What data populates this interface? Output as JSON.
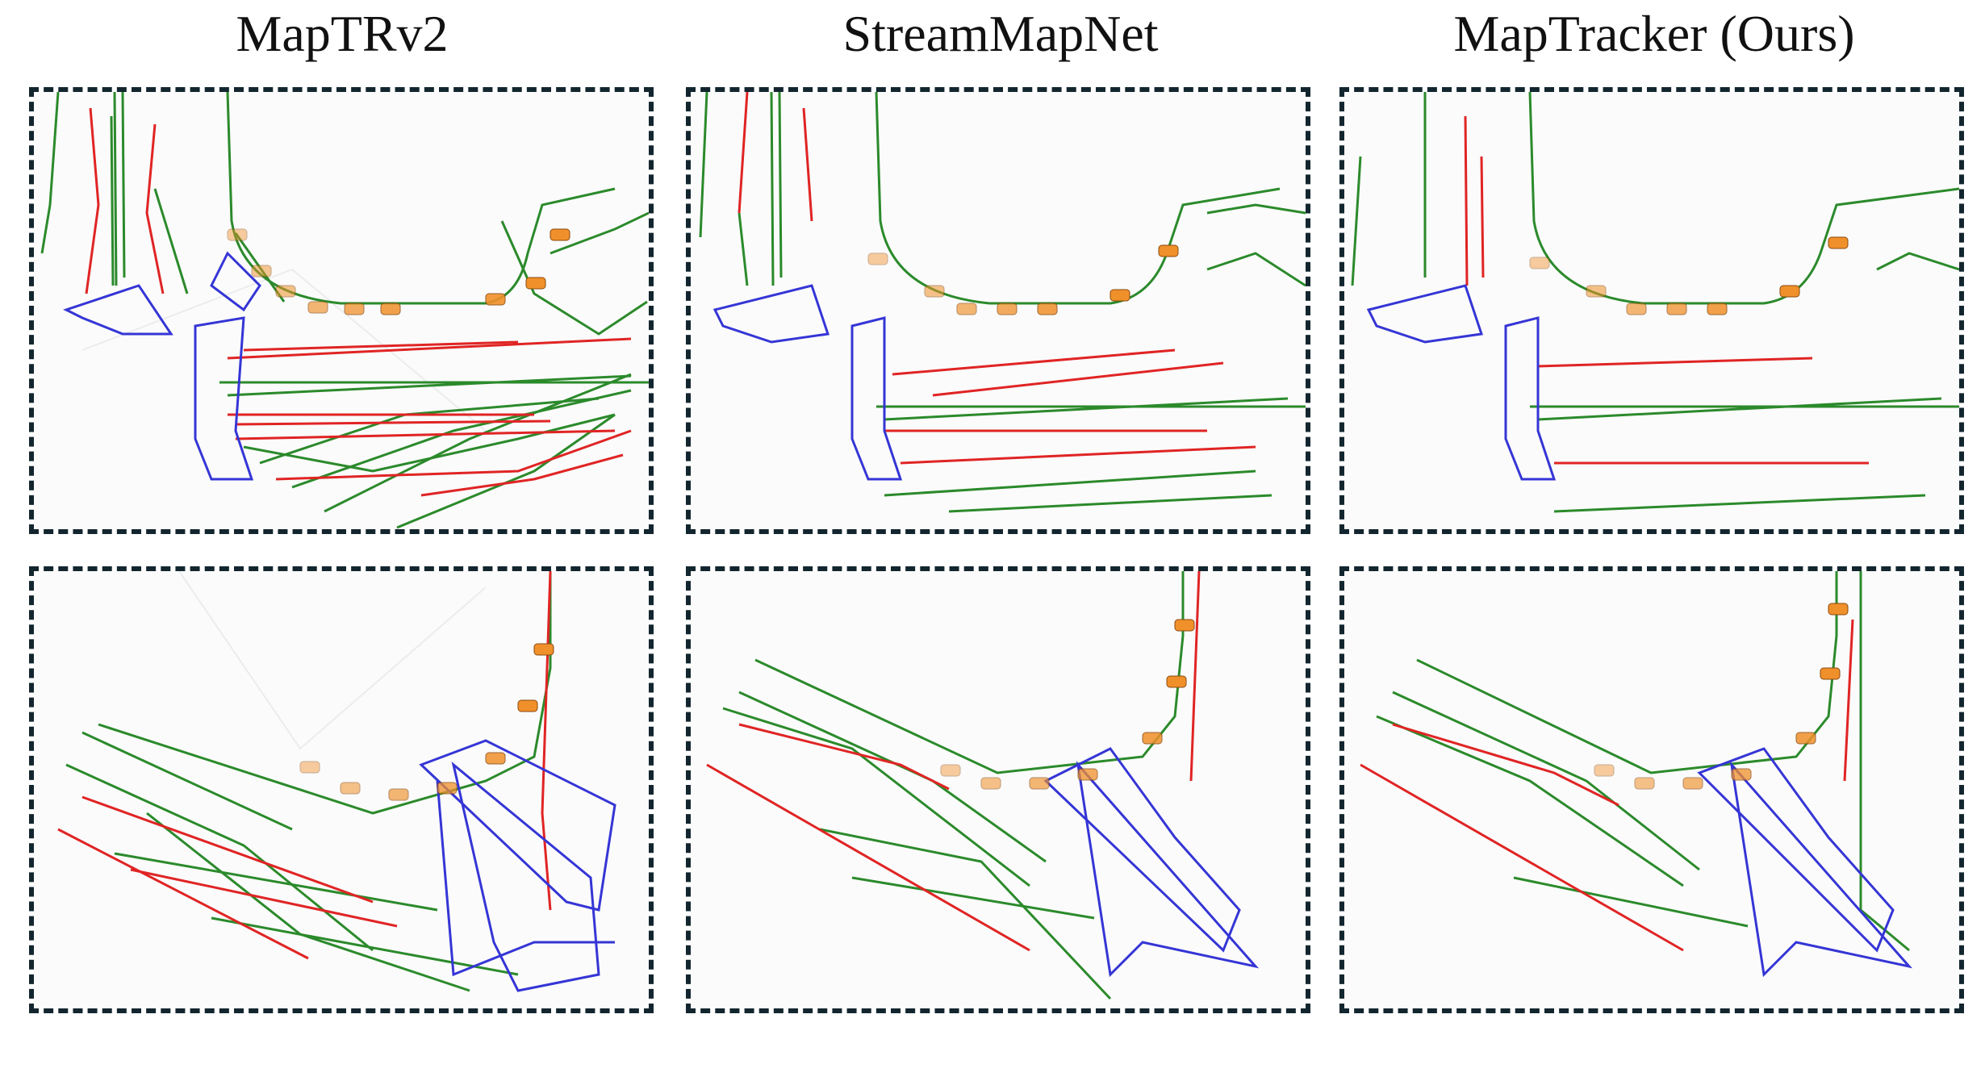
{
  "columns": [
    {
      "title": "MapTRv2"
    },
    {
      "title": "StreamMapNet"
    },
    {
      "title": "MapTracker (Ours)"
    }
  ],
  "legend_colors": {
    "ped_crossing": "#3535d6",
    "divider": "#e02424",
    "boundary": "#2b8a2b",
    "ego_car": "#f0902a"
  },
  "icons": {
    "vehicle": "car-icon"
  }
}
